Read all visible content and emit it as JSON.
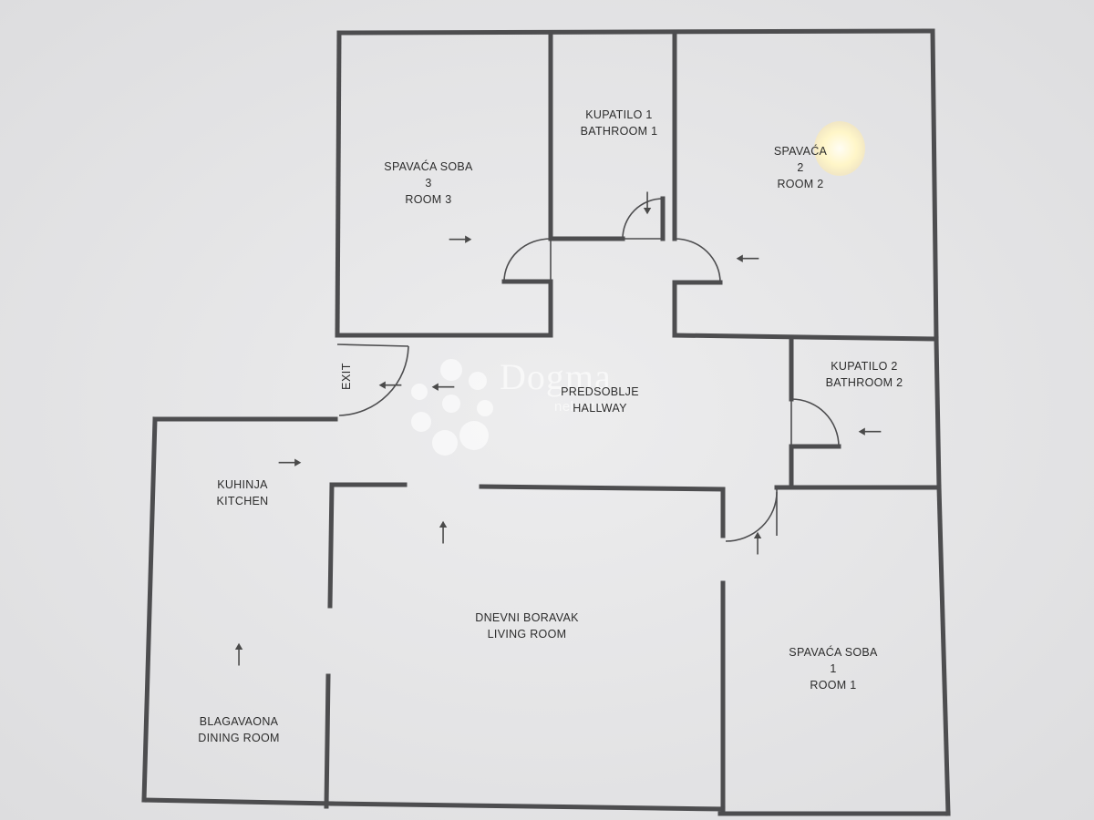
{
  "rooms": {
    "room3": {
      "line1": "SPAVAĆA SOBA",
      "line2": "3",
      "line3": "ROOM 3"
    },
    "bathroom1": {
      "line1": "KUPATILO 1",
      "line2": "BATHROOM 1"
    },
    "room2": {
      "line1": "SPAVAĆA",
      "line2": "2",
      "line3": "ROOM 2"
    },
    "hallway": {
      "line1": "PREDSOBLJE",
      "line2": "HALLWAY"
    },
    "bathroom2": {
      "line1": "KUPATILO 2",
      "line2": "BATHROOM 2"
    },
    "kitchen": {
      "line1": "KUHINJA",
      "line2": "KITCHEN"
    },
    "living": {
      "line1": "DNEVNI BORAVAK",
      "line2": "LIVING ROOM"
    },
    "room1": {
      "line1": "SPAVAĆA SOBA",
      "line2": "1",
      "line3": "ROOM 1"
    },
    "dining": {
      "line1": "BLAGAVAONA",
      "line2": "DINING ROOM"
    }
  },
  "exit": {
    "label": "EXIT"
  },
  "watermark": {
    "text": "Dogma",
    "subtext": "nekretnine"
  },
  "colors": {
    "paper": "#e9e9ea",
    "wall": "#4d4d4f",
    "text": "#2c2c2c"
  },
  "icons": {
    "arrow_right": "arrow-right-icon",
    "arrow_left": "arrow-left-icon",
    "arrow_up": "arrow-up-icon",
    "arrow_down": "arrow-down-icon"
  }
}
